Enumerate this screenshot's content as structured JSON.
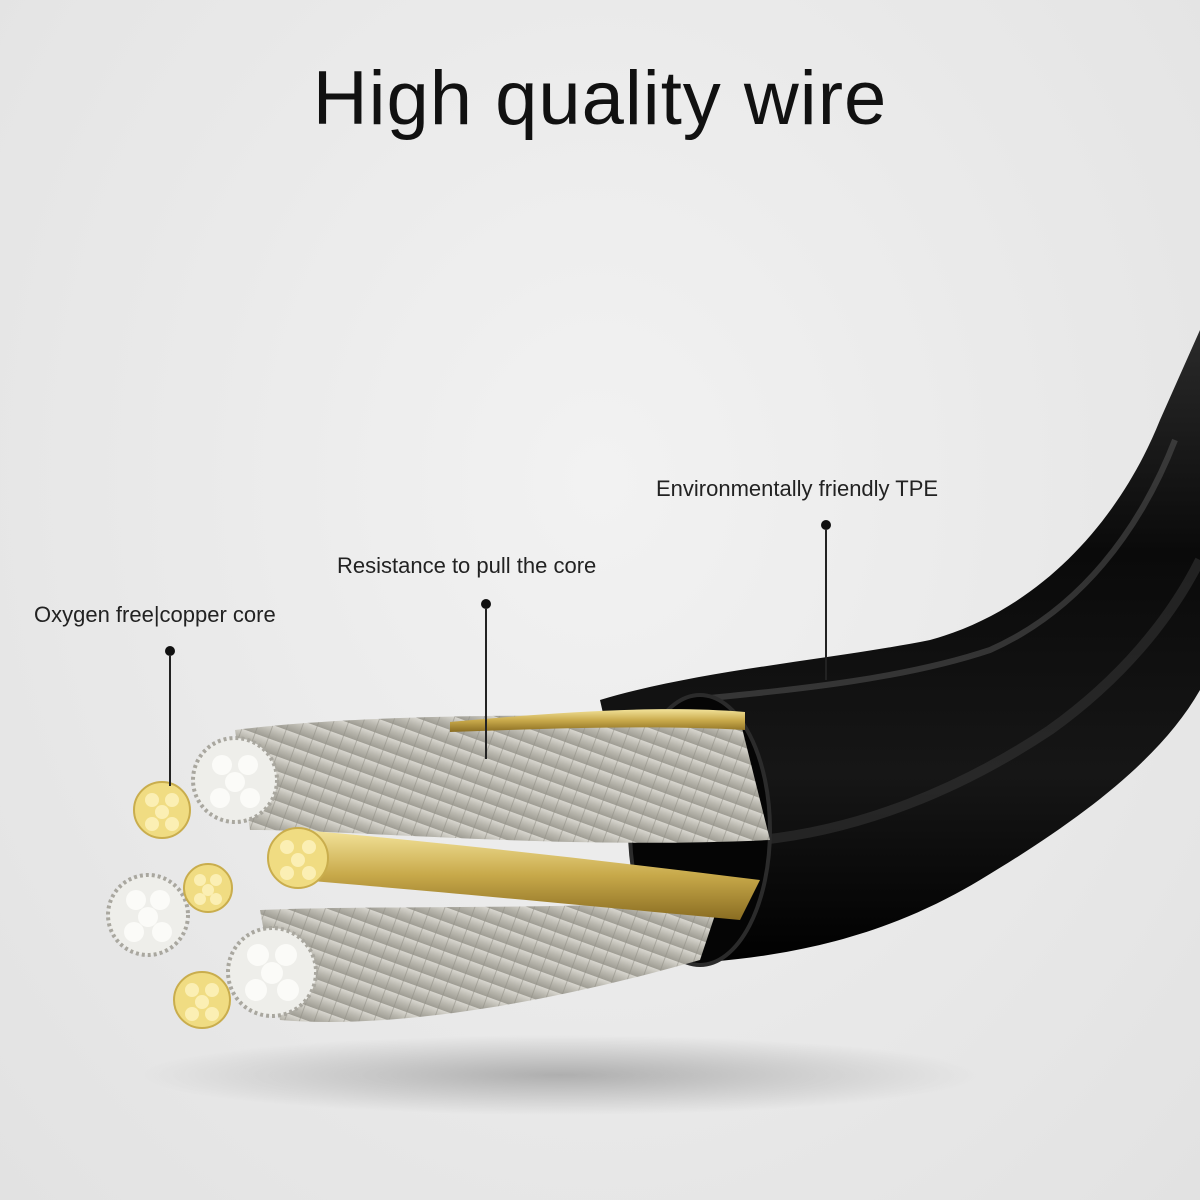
{
  "title": "High quality wire",
  "callouts": [
    {
      "id": "oxygen-free-copper-core",
      "label": "Oxygen free|copper core"
    },
    {
      "id": "resistance-to-pull-core",
      "label": "Resistance to pull the core"
    },
    {
      "id": "environmentally-friendly-tpe",
      "label": "Environmentally friendly TPE"
    }
  ],
  "colors": {
    "background": "#ececec",
    "jacket": "#0b0b0b",
    "copper": "#e8d27a",
    "silver_strand": "#c9c7bf",
    "text": "#111111"
  }
}
